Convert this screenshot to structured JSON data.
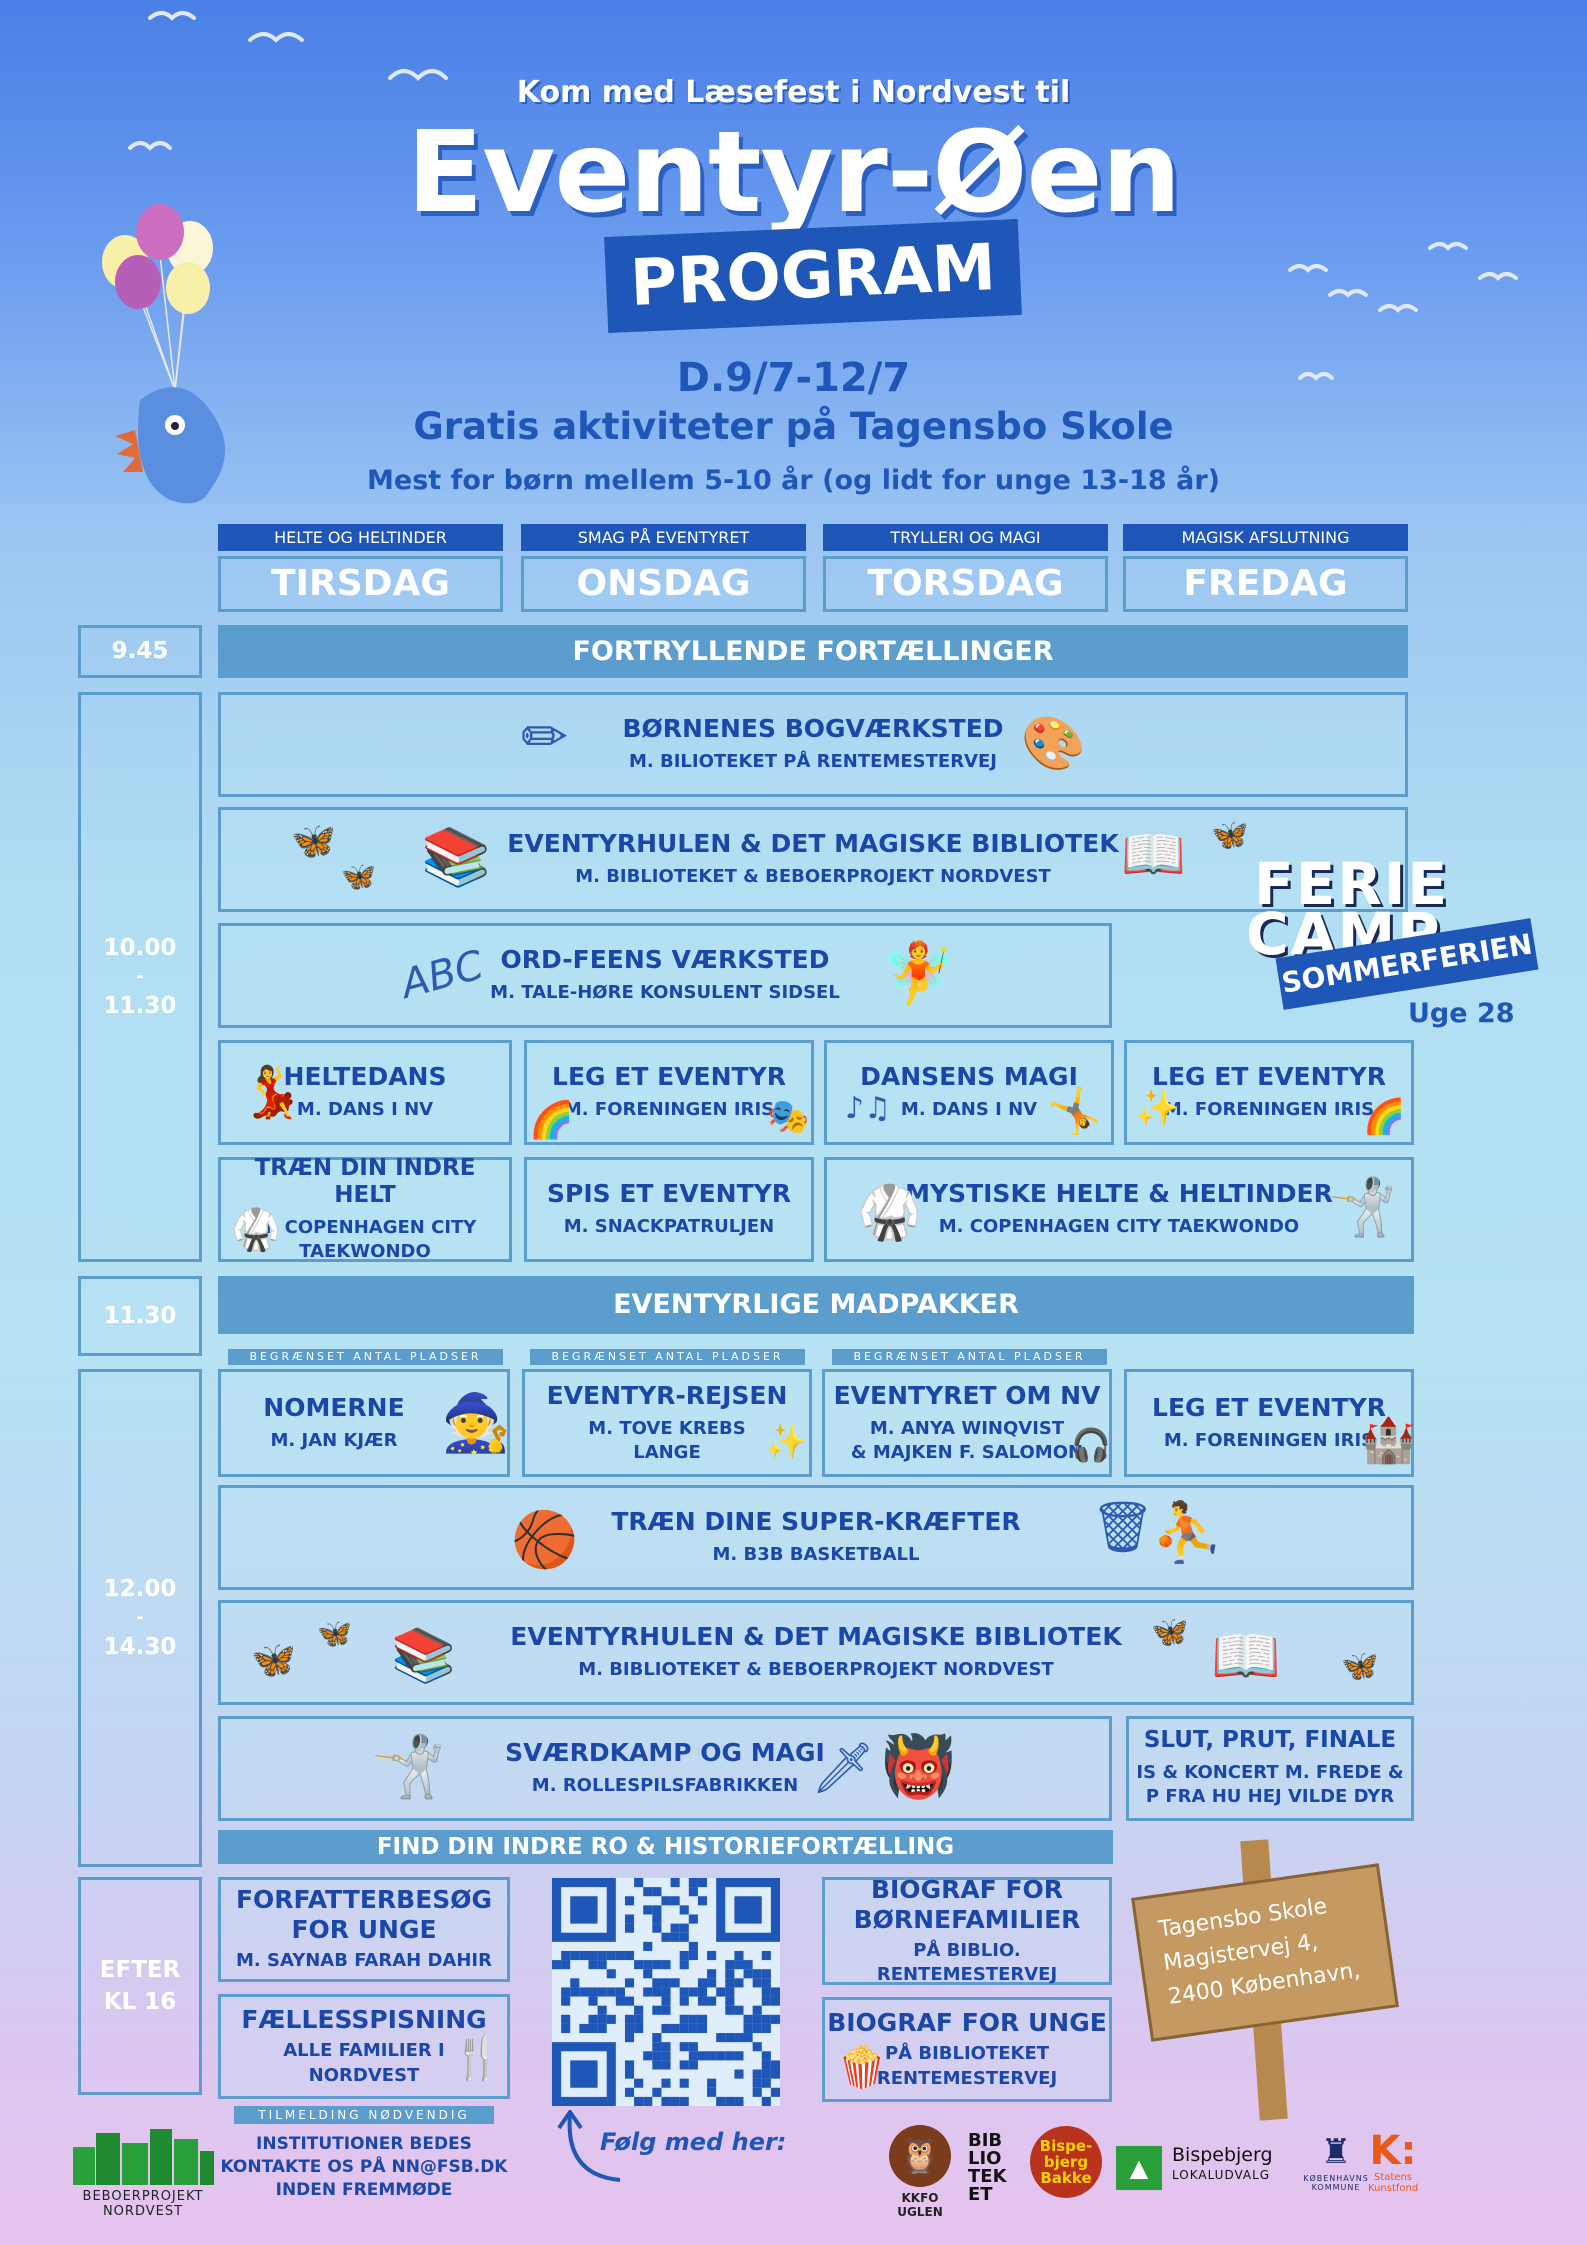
{
  "header": {
    "kicker": "Kom med Læsefest i Nordvest  til",
    "title": "Eventyr-Øen",
    "program": "PROGRAM",
    "dates": "D.9/7-12/7",
    "location": "Gratis aktiviteter på Tagensbo  Skole",
    "audience": "Mest for børn mellem 5-10 år (og  lidt for unge 13-18 år)"
  },
  "days": [
    {
      "theme": "HELTE OG HELTINDER",
      "name": "TIRSDAG"
    },
    {
      "theme": "SMAG PÅ EVENTYRET",
      "name": "ONSDAG"
    },
    {
      "theme": "TRYLLERI OG MAGI",
      "name": "TORSDAG"
    },
    {
      "theme": "MAGISK AFSLUTNING",
      "name": "FREDAG"
    }
  ],
  "times": {
    "t1": "9.45",
    "t2a": "10.00",
    "t2b": "-",
    "t2c": "11.30",
    "t3": "11.30",
    "t4a": "12.00",
    "t4b": "-",
    "t4c": "14.30",
    "t5a": "EFTER",
    "t5b": "KL 16"
  },
  "bands": {
    "morning": "FORTRYLLENDE FORTÆLLINGER",
    "lunch": "EVENTYRLIGE MADPAKKER",
    "calm": "FIND DIN INDRE RO & HISTORIEFORTÆLLING"
  },
  "morning": {
    "a": {
      "title": "BØRNENES BOGVÆRKSTED",
      "sub": "M. BILIOTEKET PÅ RENTEMESTERVEJ"
    },
    "b": {
      "title": "EVENTYRHULEN & DET MAGISKE BIBLIOTEK",
      "sub": "M. BIBLIOTEKET & BEBOERPROJEKT NORDVEST"
    },
    "c": {
      "title": "ORD-FEENS VÆRKSTED",
      "sub": "M. TALE-HØRE KONSULENT SIDSEL"
    },
    "d1": {
      "title": "HELTEDANS",
      "sub": "M. DANS I NV"
    },
    "d2": {
      "title": "LEG ET EVENTYR",
      "sub": "M. FORENINGEN IRIS"
    },
    "d3": {
      "title": "DANSENS MAGI",
      "sub": "M. DANS I NV"
    },
    "d4": {
      "title": "LEG ET EVENTYR",
      "sub": "M. FORENINGEN IRIS"
    },
    "e1": {
      "title": "TRÆN DIN INDRE HELT",
      "sub1": "M. COPENHAGEN CITY",
      "sub2": "TAEKWONDO"
    },
    "e2": {
      "title": "SPIS ET EVENTYR",
      "sub": "M. SNACKPATRULJEN"
    },
    "e3": {
      "title": "MYSTISKE HELTE & HELTINDER",
      "sub": "M. COPENHAGEN CITY TAEKWONDO"
    }
  },
  "afternoon": {
    "limited": "BEGRÆNSET ANTAL PLADSER",
    "f1": {
      "title": "NOMERNE",
      "sub": "M.  JAN KJÆR"
    },
    "f2": {
      "title": "EVENTYR-REJSEN",
      "sub1": "M. TOVE KREBS",
      "sub2": "LANGE"
    },
    "f3": {
      "title": "EVENTYRET OM NV",
      "sub1": "M. ANYA WINQVIST",
      "sub2": "& MAJKEN F. SALOMON"
    },
    "f4": {
      "title": "LEG ET EVENTYR",
      "sub": "M. FORENINGEN IRIS"
    },
    "g": {
      "title": "TRÆN DINE SUPER-KRÆFTER",
      "sub": "M. B3B BASKETBALL"
    },
    "h": {
      "title": "EVENTYRHULEN & DET MAGISKE BIBLIOTEK",
      "sub": "M. BIBLIOTEKET & BEBOERPROJEKT NORDVEST"
    },
    "i": {
      "title": "SVÆRDKAMP OG MAGI",
      "sub": "M. ROLLESPILSFABRIKKEN"
    },
    "j": {
      "title": "SLUT, PRUT, FINALE",
      "sub1": "IS & KONCERT M. FREDE &",
      "sub2": "P FRA HU HEJ VILDE DYR"
    }
  },
  "evening": {
    "k": {
      "title1": "FORFATTERBESØG",
      "title2": "FOR UNGE",
      "sub": "M. SAYNAB FARAH DAHIR"
    },
    "l": {
      "title": "FÆLLESSPISNING",
      "sub1": "ALLE FAMILIER I",
      "sub2": "NORDVEST"
    },
    "m": {
      "title1": "BIOGRAF FOR",
      "title2": "BØRNEFAMILIER",
      "sub": "PÅ BIBLIO. RENTEMESTERVEJ"
    },
    "n": {
      "title": "BIOGRAF FOR UNGE",
      "sub1": "PÅ BIBLIOTEKET",
      "sub2": "RENTEMESTERVEJ"
    },
    "signup": "TILMELDING NØDVENDIG",
    "inst1": "INSTITUTIONER BEDES",
    "inst2": "KONTAKTE OS PÅ NN@FSB.DK",
    "inst3": "INDEN FREMMØDE",
    "follow": "Følg med her:"
  },
  "feriecamp": {
    "l1": "FERIE",
    "l2": "CAMP",
    "banner": "SOMMERFERIEN",
    "week": "Uge 28"
  },
  "sign": {
    "l1": "Tagensbo Skole",
    "l2": "Magistervej 4,",
    "l3": "2400 København,"
  },
  "logos": {
    "beboer1": "BEBOERPROJEKT",
    "beboer2": "NORDVEST",
    "kkfo": "KKFO UGLEN",
    "bib1": "BIB",
    "bib2": "LIO",
    "bib3": "TEK",
    "bib4": "ET",
    "bisp1": "Bispe-",
    "bisp2": "bjerg",
    "bisp3": "Bakke",
    "lok1": "Bispebjerg",
    "lok2": "LOKALUDVALG",
    "kbh": "KØBENHAVNS KOMMUNE",
    "kunst1": "Statens",
    "kunst2": "Kunstfond"
  },
  "colors": {
    "accent": "#1f57b8",
    "band": "#5b9dcc",
    "text": "#1a47a8"
  }
}
